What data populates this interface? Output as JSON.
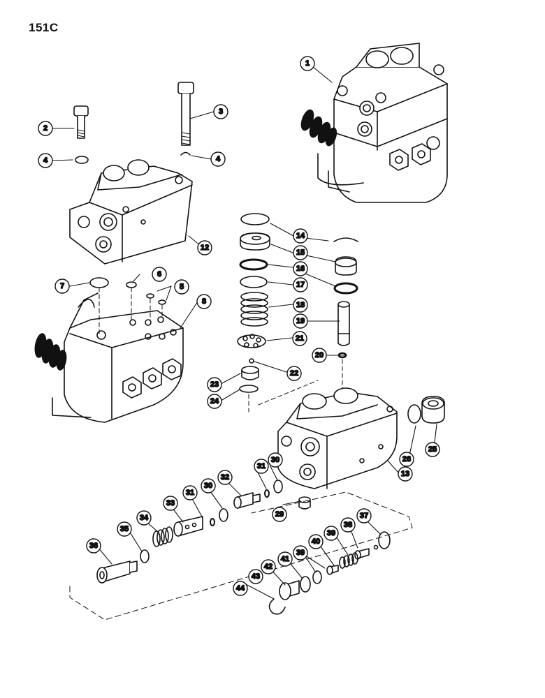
{
  "page": {
    "title": "151C"
  },
  "callouts": [
    "1",
    "2",
    "3",
    "4",
    "4",
    "5",
    "6",
    "7",
    "8",
    "12",
    "14",
    "15",
    "16",
    "17",
    "18",
    "19",
    "20",
    "21",
    "22",
    "23",
    "24",
    "13",
    "25",
    "26",
    "29",
    "30",
    "31",
    "32",
    "33",
    "34",
    "35",
    "36",
    "30",
    "31",
    "37",
    "38",
    "39",
    "40",
    "39",
    "41",
    "42",
    "43",
    "44"
  ]
}
